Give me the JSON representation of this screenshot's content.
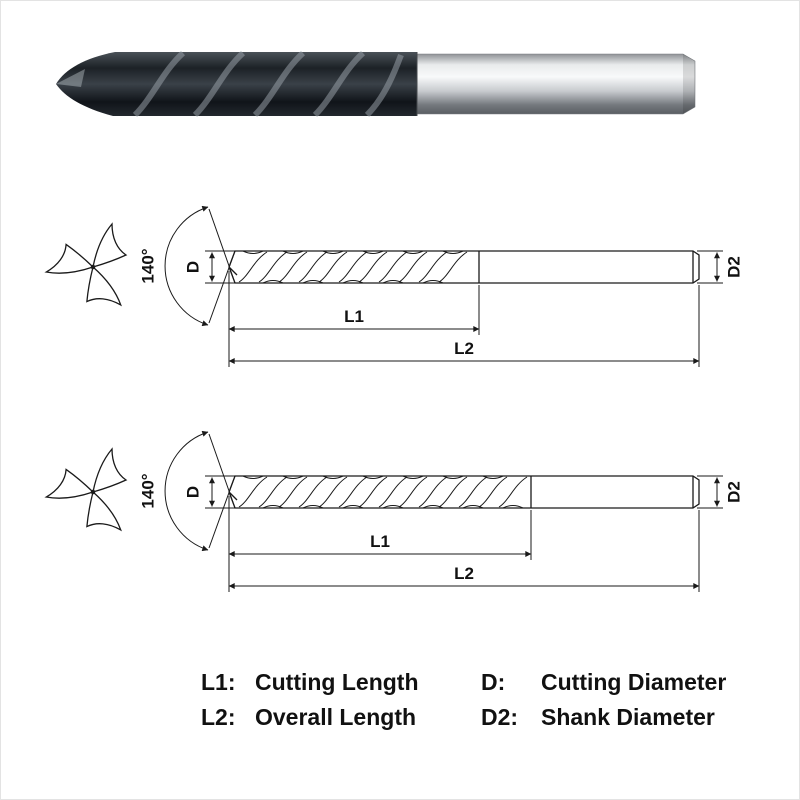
{
  "page": {
    "background": "#ffffff",
    "line_color": "#1a1a1a"
  },
  "photo": {
    "name": "solid-carbide-drill-photo",
    "flute_dark": "#14171a",
    "shank_light": "#f2f3f4"
  },
  "drawings": [
    {
      "angle": "140°",
      "d": "D",
      "d2": "D2",
      "l1": "L1",
      "l2": "L2"
    },
    {
      "angle": "140°",
      "d": "D",
      "d2": "D2",
      "l1": "L1",
      "l2": "L2"
    }
  ],
  "legend": {
    "entries": [
      {
        "key": "L1:",
        "value": "Cutting Length"
      },
      {
        "key": "D:",
        "value": "Cutting Diameter"
      },
      {
        "key": "L2:",
        "value": "Overall Length"
      },
      {
        "key": "D2:",
        "value": "Shank Diameter"
      }
    ]
  }
}
